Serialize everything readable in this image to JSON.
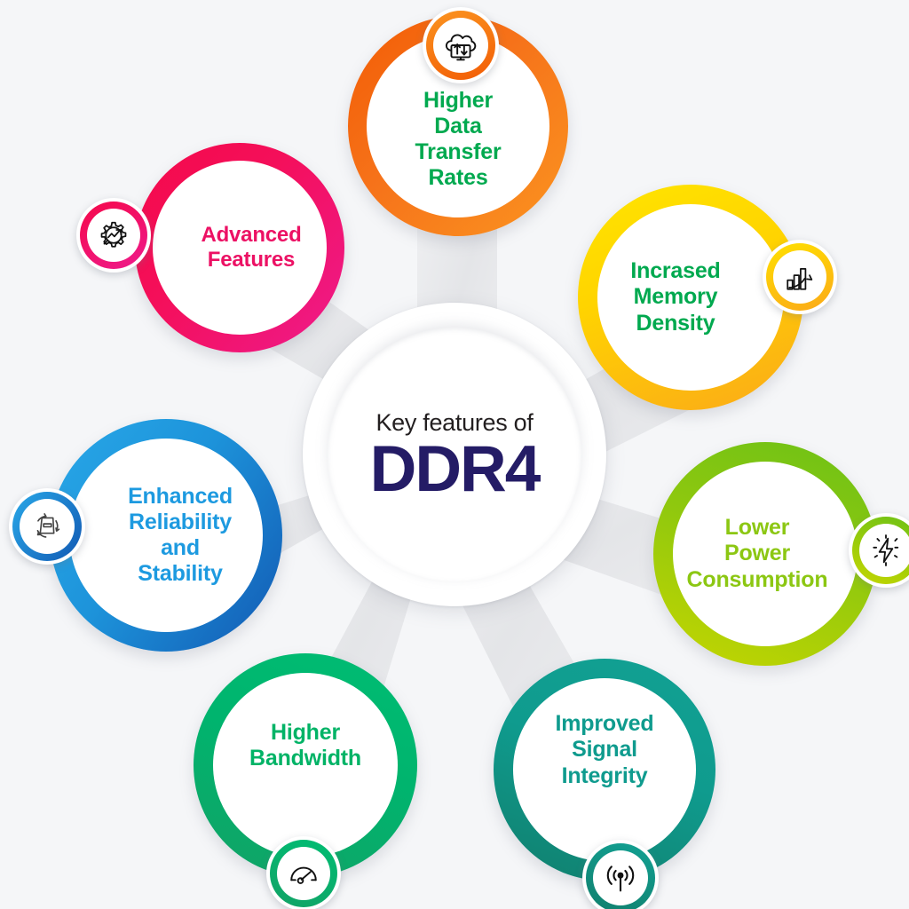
{
  "background_color": "#f5f6f8",
  "center": {
    "kicker": "Key features of",
    "title": "DDR4",
    "kicker_color": "#231f20",
    "title_color": "#241c66"
  },
  "nodes": [
    {
      "id": "higher-data-transfer-rates",
      "label": "Higher\nData\nTransfer\nRates",
      "text_color": "#00a94f",
      "ring_color_from": "#f25c05",
      "ring_color_to": "#fb8c16",
      "icon": "cloud-data-transfer-icon",
      "badge_position": "top"
    },
    {
      "id": "advanced-features",
      "label": "Advanced\nFeatures",
      "text_color": "#ec1164",
      "ring_color_from": "#f5094a",
      "ring_color_to": "#ec1c8a",
      "icon": "gear-growth-icon",
      "badge_position": "left"
    },
    {
      "id": "incrased-memory-density",
      "label": "Incrased\nMemory\nDensity",
      "text_color": "#00a94f",
      "ring_color_from": "#ffe000",
      "ring_color_to": "#fba919",
      "icon": "bar-chart-growth-icon",
      "badge_position": "right"
    },
    {
      "id": "lower-power-consumption",
      "label": "Lower\nPower\nConsumption",
      "text_color": "#8cc713",
      "ring_color_from": "#6fc316",
      "ring_color_to": "#c3d600",
      "icon": "lightning-bolt-icon",
      "badge_position": "right"
    },
    {
      "id": "improved-signal-integrity",
      "label": "Improved\nSignal\nIntegrity",
      "text_color": "#0f9b8e",
      "ring_color_from": "#0f9b8e",
      "ring_color_to": "#12836f",
      "icon": "signal-antenna-icon",
      "badge_position": "bottom"
    },
    {
      "id": "higher-bandwidth",
      "label": "Higher\nBandwidth",
      "text_color": "#00b366",
      "ring_color_from": "#00b46e",
      "ring_color_to": "#15a96a",
      "icon": "speedometer-icon",
      "badge_position": "bottom"
    },
    {
      "id": "enhanced-reliability-and-stability",
      "label": "Enhanced\nReliability\nand\nStability",
      "text_color": "#1d9ae0",
      "ring_color_from": "#22a3e4",
      "ring_color_to": "#1463b8",
      "icon": "memory-recycle-icon",
      "badge_position": "left"
    }
  ],
  "connector_color": "#e9eaec"
}
